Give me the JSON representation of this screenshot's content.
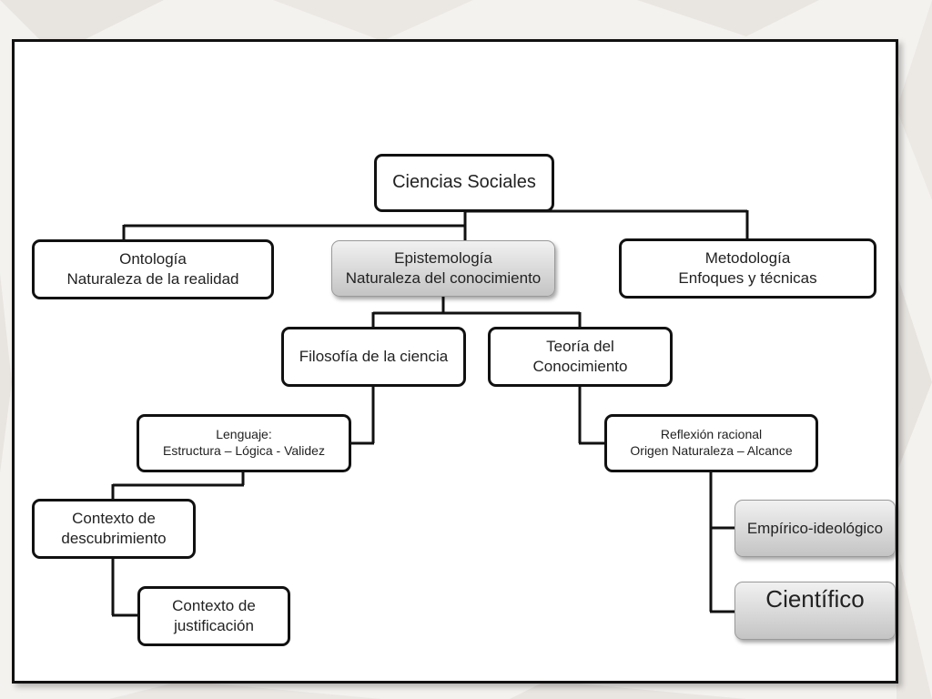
{
  "diagram": {
    "root": {
      "label": "Ciencias Sociales"
    },
    "ontologia": {
      "line1": "Ontología",
      "line2": "Naturaleza de la realidad"
    },
    "epistemologia": {
      "line1": "Epistemología",
      "line2": "Naturaleza del conocimiento"
    },
    "metodologia": {
      "line1": "Metodología",
      "line2": "Enfoques y técnicas"
    },
    "filosofia": {
      "label": "Filosofía de la ciencia"
    },
    "teoria": {
      "line1": "Teoría del",
      "line2": "Conocimiento"
    },
    "lenguaje": {
      "line1": "Lenguaje:",
      "line2": "Estructura – Lógica - Validez"
    },
    "reflexion": {
      "line1": "Reflexión racional",
      "line2": "Origen Naturaleza – Alcance"
    },
    "descubrimiento": {
      "line1": "Contexto de",
      "line2": "descubrimiento"
    },
    "justificacion": {
      "line1": "Contexto de",
      "line2": "justificación"
    },
    "empirico": {
      "label": "Empírico-ideológico"
    },
    "cientifico": {
      "label": "Científico"
    }
  }
}
